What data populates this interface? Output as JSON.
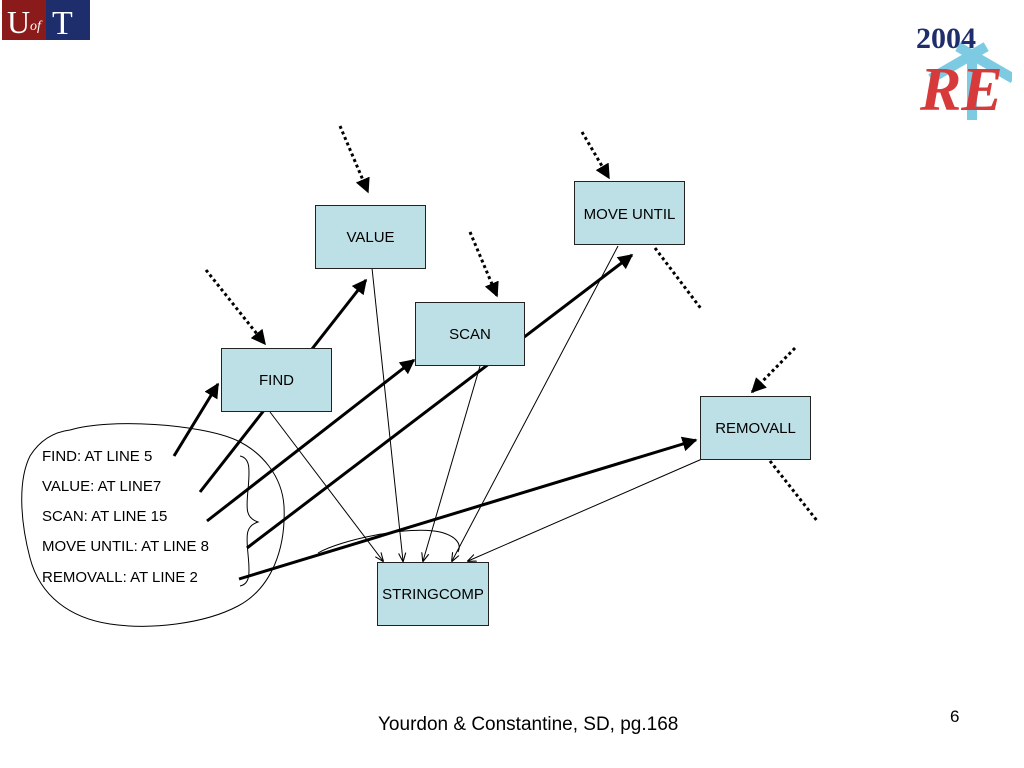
{
  "logos": {
    "left": {
      "text_u": "U",
      "text_of": "of",
      "text_t": "T",
      "name": "university-of-toronto"
    },
    "right": {
      "text_year": "2004",
      "text_re": "RE",
      "name": "re-2004-conference"
    }
  },
  "modules": {
    "value": "VALUE",
    "move_until": "MOVE UNTIL",
    "scan": "SCAN",
    "find": "FIND",
    "removall": "REMOVALL",
    "stringcomp": "STRINGCOMP"
  },
  "call_list": [
    "FIND: AT LINE 5",
    "VALUE: AT LINE7",
    "SCAN: AT LINE 15",
    "MOVE UNTIL: AT LINE 8",
    "REMOVALL: AT LINE 2"
  ],
  "footer": {
    "citation": "Yourdon & Constantine, SD, pg.168"
  },
  "page_number": "6",
  "colors": {
    "box_fill": "#bde0e6",
    "uoft_blue": "#1e2d6b",
    "uoft_red": "#8b1a1a"
  }
}
